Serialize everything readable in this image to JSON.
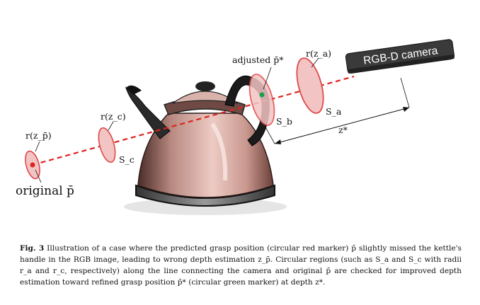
{
  "figure": {
    "labels": {
      "r_zp": "r(z_p̄)",
      "original": "original p̄",
      "r_zc": "r(z_c)",
      "S_c": "S_c",
      "adjusted": "adjusted p̄*",
      "r_za": "r(z_a)",
      "S_a": "S_a",
      "S_b": "S_b",
      "z_star": "z*",
      "camera": "RGB-D camera"
    },
    "colors": {
      "ray": "#e0231f",
      "disk_fill": "#f2c4c4",
      "disk_edge": "#e04848",
      "original_marker": "#e0231f",
      "adjusted_marker": "#18a04a",
      "camera_body": "#3a3a3a"
    }
  },
  "caption": {
    "fig_label": "Fig. 3",
    "text": "Illustration of a case where the predicted grasp position (circular red marker) p̄ slightly missed the kettle's handle in the RGB image, leading to wrong depth estimation z_p̄. Circular regions (such as S_a and S_c with radii r_a and r_c, respectively) along the line connecting the camera and original p̄ are checked for improved depth estimation toward refined grasp position p̄* (circular green marker) at depth z*."
  }
}
